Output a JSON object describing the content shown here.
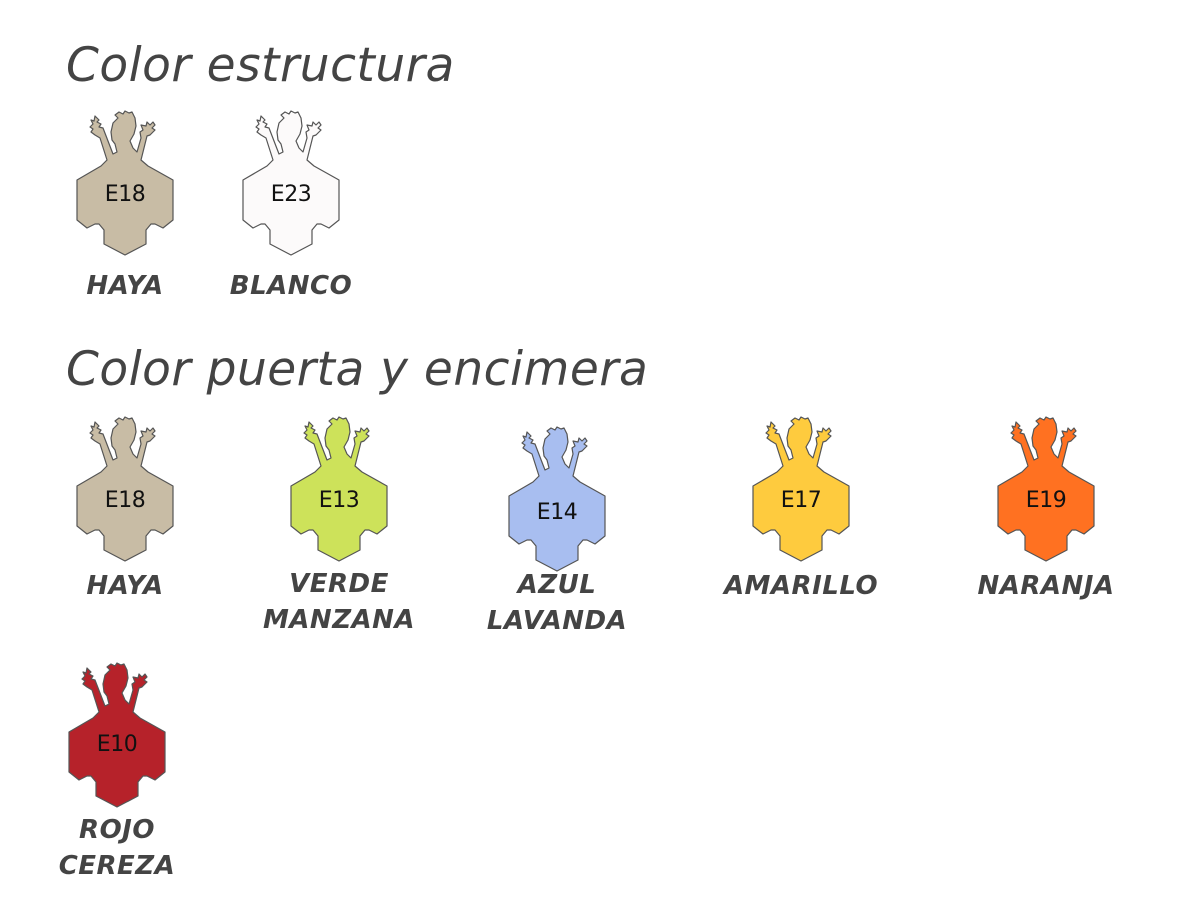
{
  "structure": {
    "title": "Color estructura",
    "items": [
      {
        "code": "E18",
        "name": [
          "HAYA"
        ],
        "color": "#c8bca5"
      },
      {
        "code": "E23",
        "name": [
          "BLANCO"
        ],
        "color": "#fcfafa"
      }
    ]
  },
  "door": {
    "title": "Color puerta y encimera",
    "items": [
      {
        "code": "E18",
        "name": [
          "HAYA"
        ],
        "color": "#c8bca5"
      },
      {
        "code": "E13",
        "name": [
          "VERDE",
          "MANZANA"
        ],
        "color": "#cde25a"
      },
      {
        "code": "E14",
        "name": [
          "AZUL",
          "LAVANDA"
        ],
        "color": "#a8bef0"
      },
      {
        "code": "E17",
        "name": [
          "AMARILLO"
        ],
        "color": "#fecb3e"
      },
      {
        "code": "E19",
        "name": [
          "NARANJA"
        ],
        "color": "#ff7121"
      },
      {
        "code": "E10",
        "name": [
          "ROJO",
          "CEREZA"
        ],
        "color": "#b6222a"
      }
    ]
  }
}
